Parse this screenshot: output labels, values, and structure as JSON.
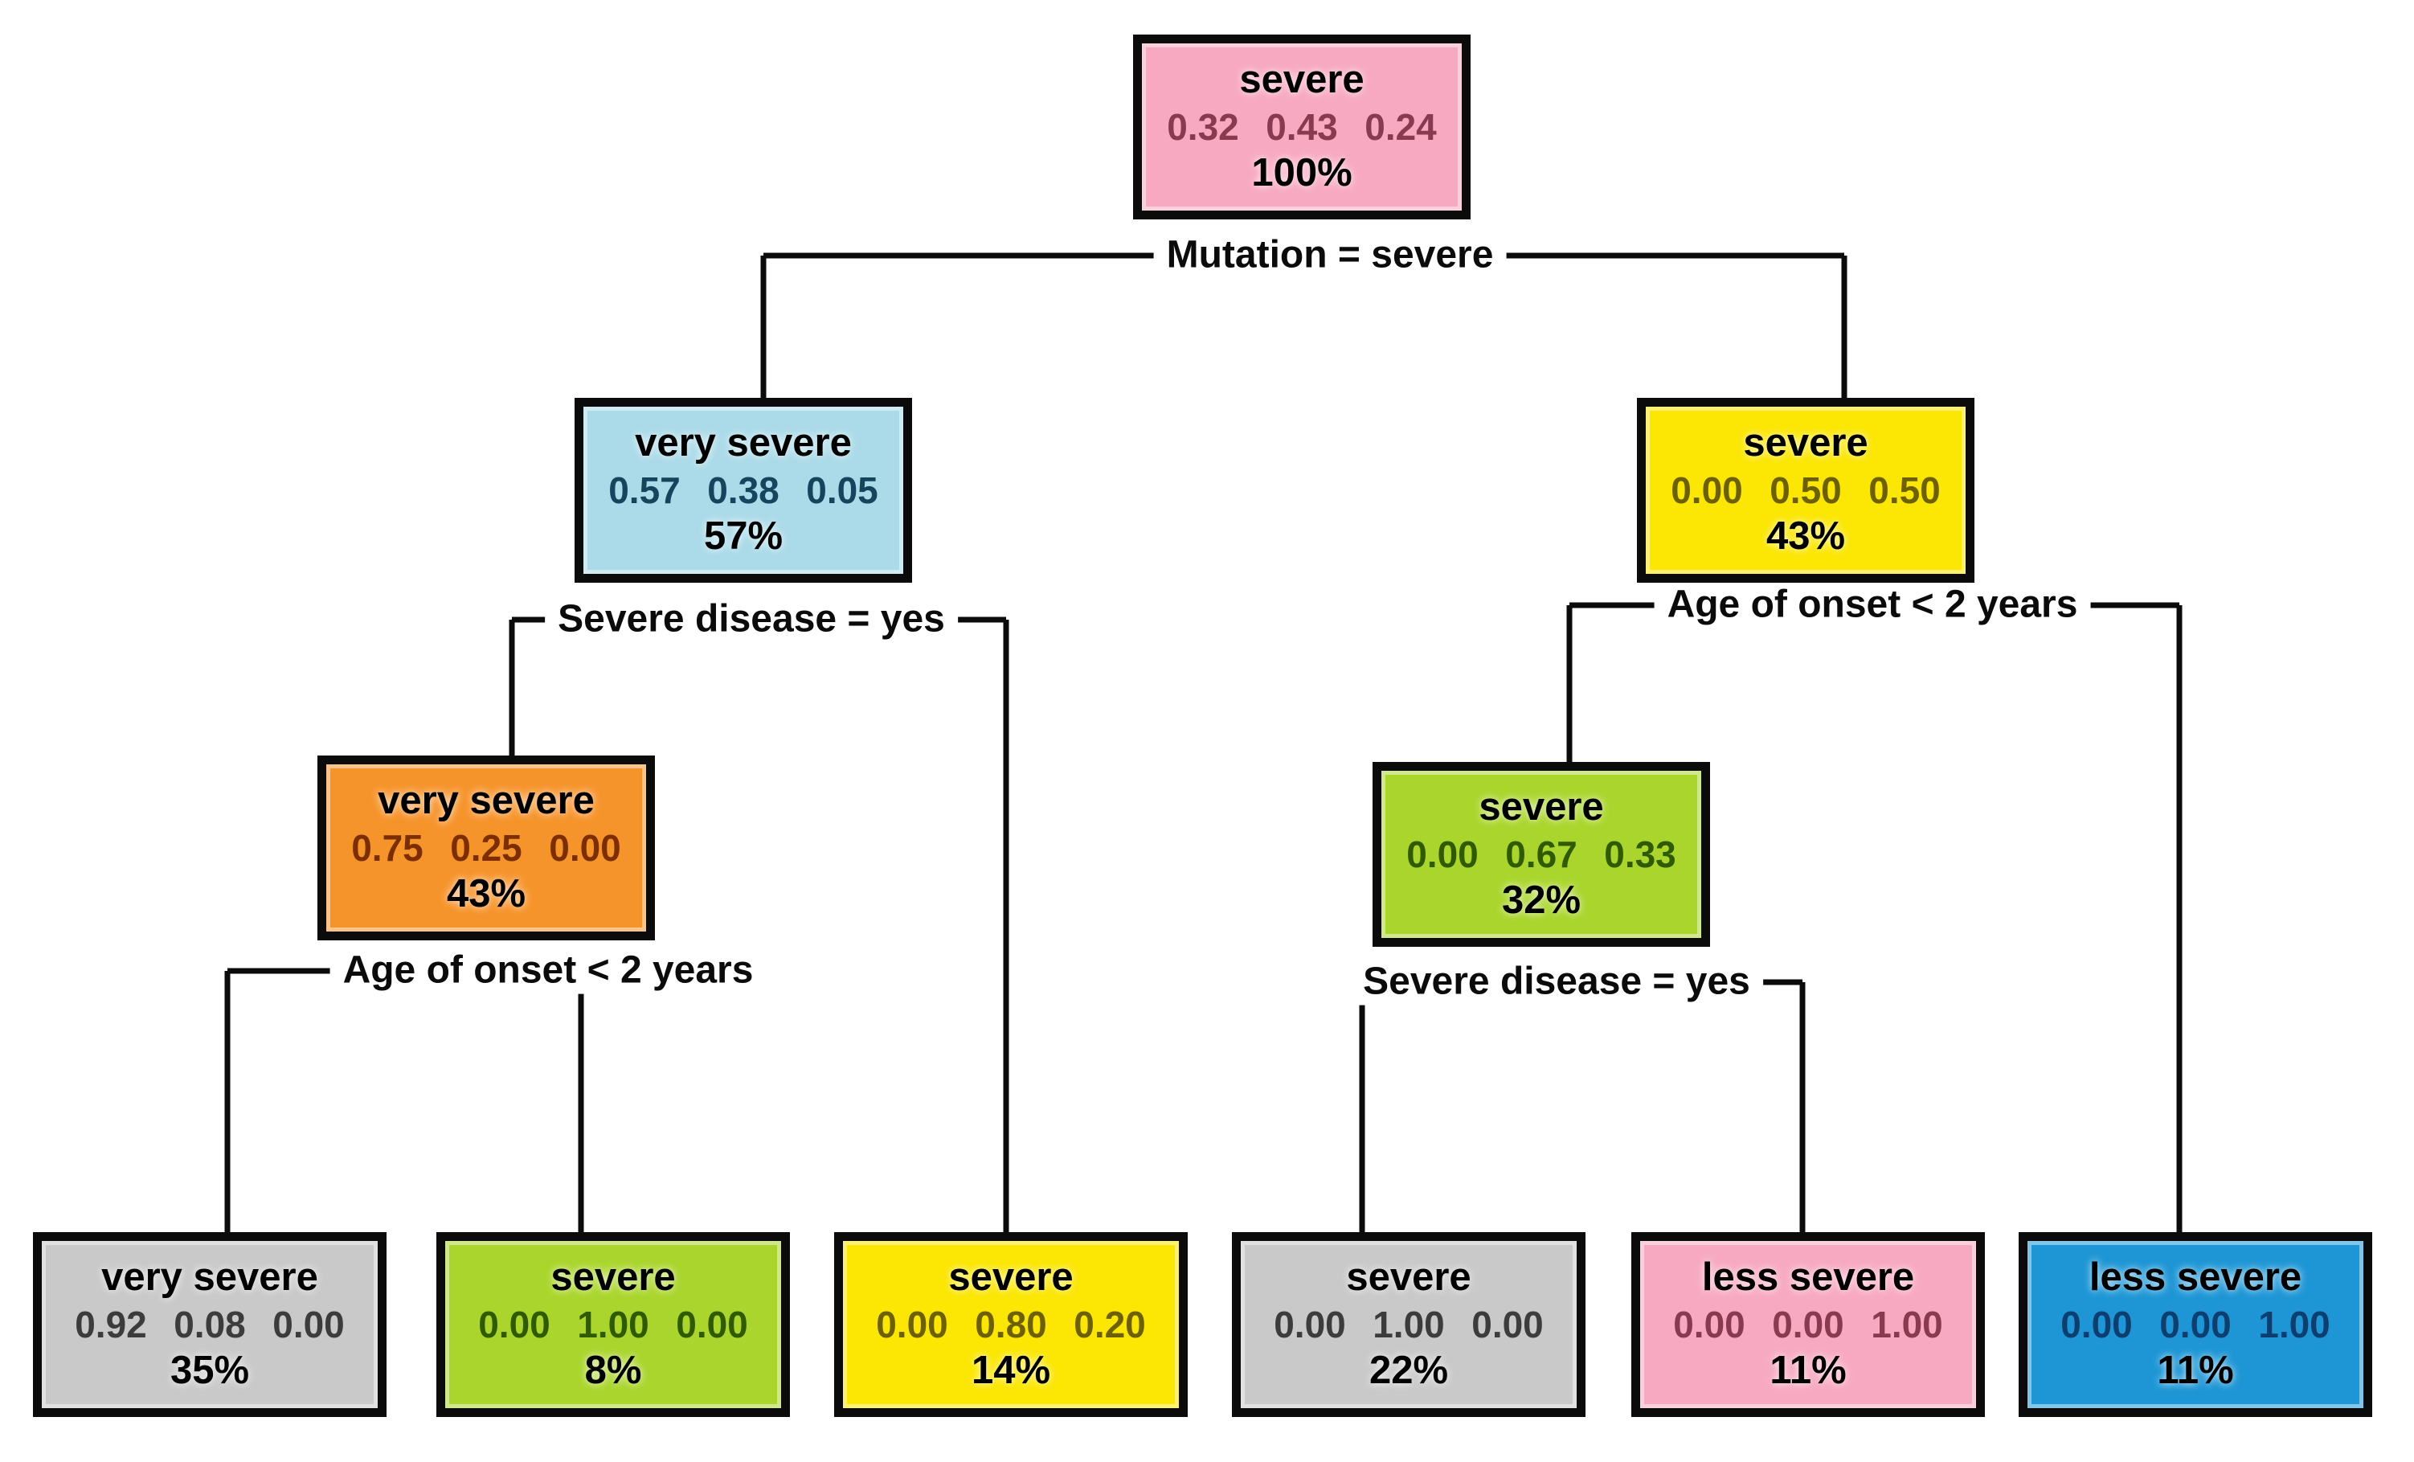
{
  "figure": {
    "type": "decision-tree",
    "background": "#ffffff",
    "line_color": "#0b0b0b",
    "severity_classes": [
      "very severe",
      "severe",
      "less severe"
    ]
  },
  "tree": {
    "nodes": [
      {
        "key": "root",
        "label": "severe",
        "probs": "0.32 0.43 0.24",
        "percent": "100%",
        "fill": "#F7A9C1",
        "probs_color": "#8a3a50"
      },
      {
        "key": "n1",
        "label": "very severe",
        "probs": "0.57 0.38 0.05",
        "percent": "57%",
        "fill": "#ABDAE8",
        "probs_color": "#14455c"
      },
      {
        "key": "n2",
        "label": "severe",
        "probs": "0.00 0.50 0.50",
        "percent": "43%",
        "fill": "#FBE604",
        "probs_color": "#6d6000"
      },
      {
        "key": "n3",
        "label": "very severe",
        "probs": "0.75 0.25 0.00",
        "percent": "43%",
        "fill": "#F6942C",
        "probs_color": "#7c2e00"
      },
      {
        "key": "n4",
        "label": "severe",
        "probs": "0.00 0.67 0.33",
        "percent": "32%",
        "fill": "#AAD52C",
        "probs_color": "#2f5a00"
      },
      {
        "key": "l1",
        "label": "very severe",
        "probs": "0.92 0.08 0.00",
        "percent": "35%",
        "fill": "#C9C9C9",
        "probs_color": "#3c3c3c"
      },
      {
        "key": "l2",
        "label": "severe",
        "probs": "0.00 1.00 0.00",
        "percent": "8%",
        "fill": "#AAD52C",
        "probs_color": "#2f5a00"
      },
      {
        "key": "l3",
        "label": "severe",
        "probs": "0.00 0.80 0.20",
        "percent": "14%",
        "fill": "#FBE604",
        "probs_color": "#6d6000"
      },
      {
        "key": "l4",
        "label": "severe",
        "probs": "0.00 1.00 0.00",
        "percent": "22%",
        "fill": "#C9C9C9",
        "probs_color": "#3c3c3c"
      },
      {
        "key": "l5",
        "label": "less severe",
        "probs": "0.00 0.00 1.00",
        "percent": "11%",
        "fill": "#F7A9C1",
        "probs_color": "#8a3a50"
      },
      {
        "key": "l6",
        "label": "less severe",
        "probs": "0.00 0.00 1.00",
        "percent": "11%",
        "fill": "#1E96D5",
        "probs_color": "#0c3e70"
      }
    ],
    "splits": {
      "root": "Mutation = severe",
      "n1": "Severe disease = yes",
      "n2": "Age of onset < 2 years",
      "n3": "Age of onset < 2 years",
      "n4": "Severe disease = yes"
    }
  }
}
